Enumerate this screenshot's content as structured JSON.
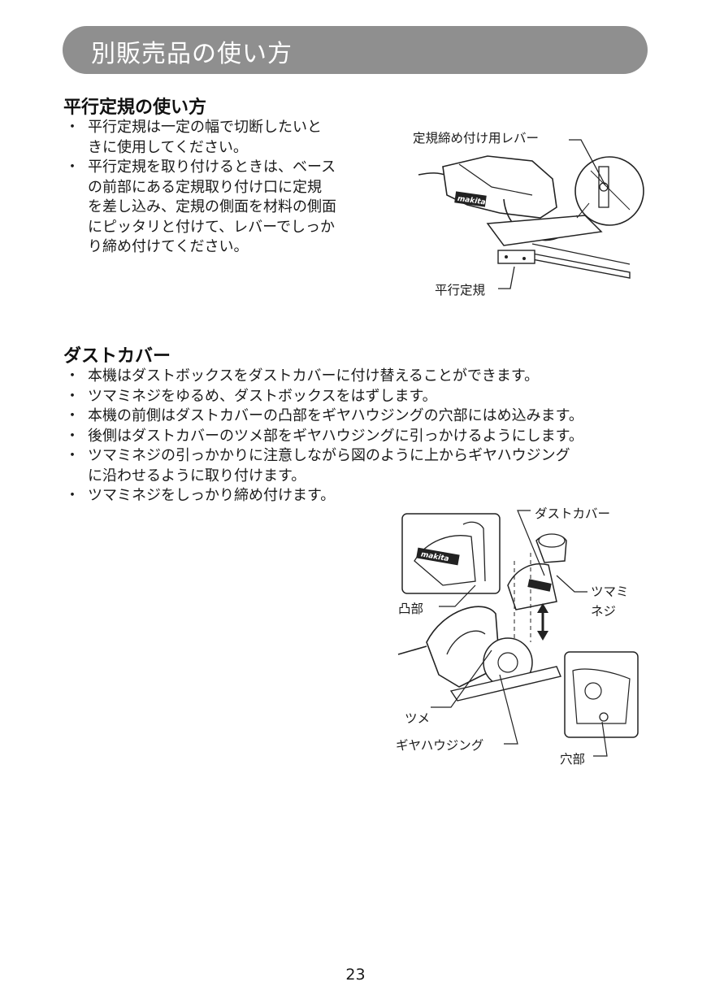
{
  "header": {
    "title": "別販売品の使い方"
  },
  "section1": {
    "heading": "平行定規の使い方",
    "bullets": [
      {
        "mark": "・",
        "lines": [
          "平行定規は一定の幅で切断したいと",
          "きに使用してください。"
        ]
      },
      {
        "mark": "・",
        "lines": [
          "平行定規を取り付けるときは、ベース",
          "の前部にある定規取り付け口に定規",
          "を差し込み、定規の側面を材料の側面",
          "にピッタリと付けて、レバーでしっか",
          "り締め付けてください。"
        ]
      }
    ],
    "figure": {
      "label_lever": "定規締め付け用レバー",
      "label_guide": "平行定規",
      "brand": "makita"
    }
  },
  "section2": {
    "heading": "ダストカバー",
    "bullets": [
      {
        "mark": "・",
        "lines": [
          "本機はダストボックスをダストカバーに付け替えることができます。"
        ]
      },
      {
        "mark": "・",
        "lines": [
          "ツマミネジをゆるめ、ダストボックスをはずします。"
        ]
      },
      {
        "mark": "・",
        "lines": [
          "本機の前側はダストカバーの凸部をギヤハウジングの穴部にはめ込みます。"
        ]
      },
      {
        "mark": "・",
        "lines": [
          "後側はダストカバーのツメ部をギヤハウジングに引っかけるようにします。"
        ]
      },
      {
        "mark": "・",
        "lines": [
          "ツマミネジの引っかかりに注意しながら図のように上からギヤハウジング",
          "に沿わせるように取り付けます。"
        ]
      },
      {
        "mark": "・",
        "lines": [
          "ツマミネジをしっかり締め付けます。"
        ]
      }
    ],
    "figure": {
      "label_dust_cover": "ダストカバー",
      "label_knob_line1": "ツマミ",
      "label_knob_line2": "ネジ",
      "label_protrusion": "凸部",
      "label_claw": "ツメ",
      "label_gear_housing": "ギヤハウジング",
      "label_hole": "穴部",
      "brand": "makita"
    }
  },
  "footer": {
    "page_number": "23"
  }
}
